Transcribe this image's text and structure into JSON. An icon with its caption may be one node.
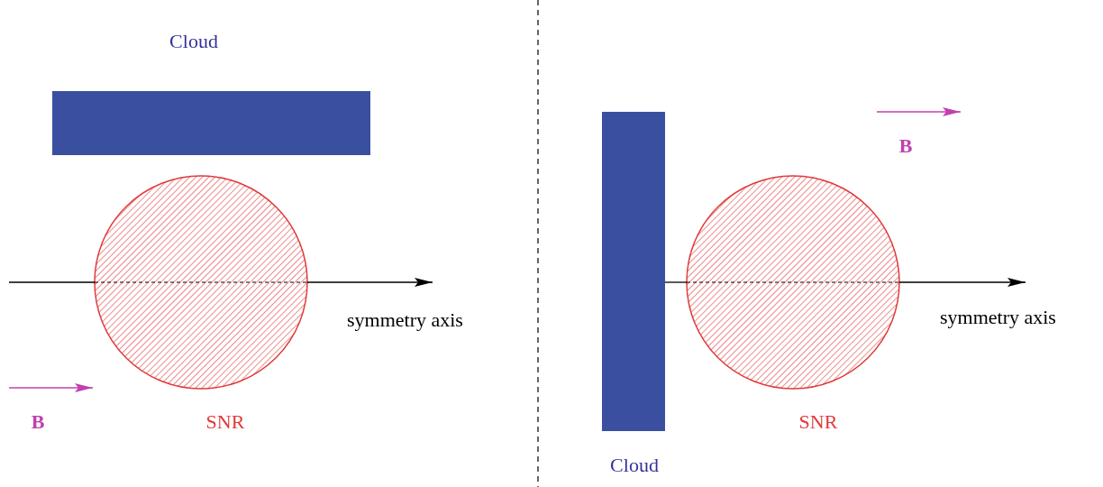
{
  "diagram": {
    "nodes": [
      {
        "text": [
          "Cloud"
        ]
      },
      {
        "text": [
          "SNR"
        ]
      },
      {
        "text": [
          "Cloud"
        ]
      },
      {
        "text": [
          "SNR"
        ]
      }
    ],
    "labels": [
      "symmetry axis",
      "B",
      "B",
      "symmetry axis"
    ]
  }
}
